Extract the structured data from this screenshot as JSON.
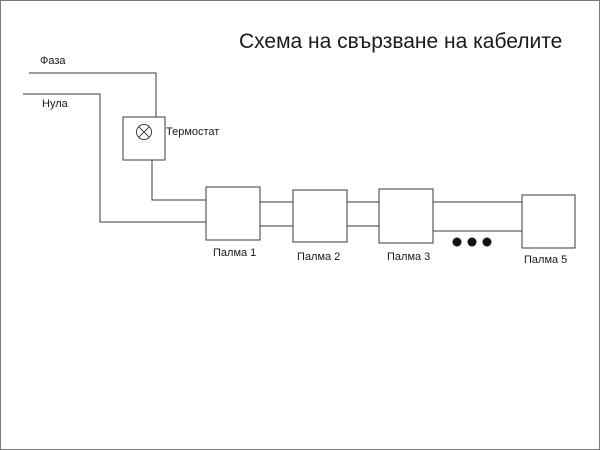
{
  "diagram": {
    "title": "Схема на свързване на кабелите",
    "wires": {
      "phase_label": "Фаза",
      "neutral_label": "Нула"
    },
    "thermostat": {
      "label": "Термостат",
      "symbol": "circle-x-icon"
    },
    "heaters": [
      {
        "label": "Палма 1"
      },
      {
        "label": "Палма 2"
      },
      {
        "label": "Палма 3"
      },
      {
        "label": "Палма 5"
      }
    ],
    "continuation_symbol": "ellipsis-dots-icon",
    "colors": {
      "line": "#3a3a3a",
      "text": "#1a1a1a",
      "background": "#ffffff"
    }
  }
}
